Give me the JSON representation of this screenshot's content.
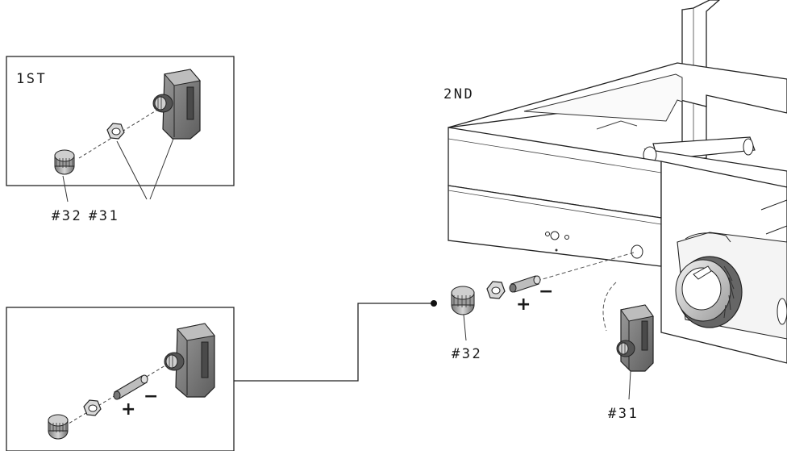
{
  "panel_first": {
    "step_label": "1ST",
    "part_a": "#32",
    "part_b": "#31"
  },
  "panel_bottom": {
    "plus": "+",
    "minus": "−"
  },
  "main_view": {
    "step_label": "2ND",
    "plus": "+",
    "minus": "−",
    "part_a": "#32",
    "part_b": "#31"
  }
}
